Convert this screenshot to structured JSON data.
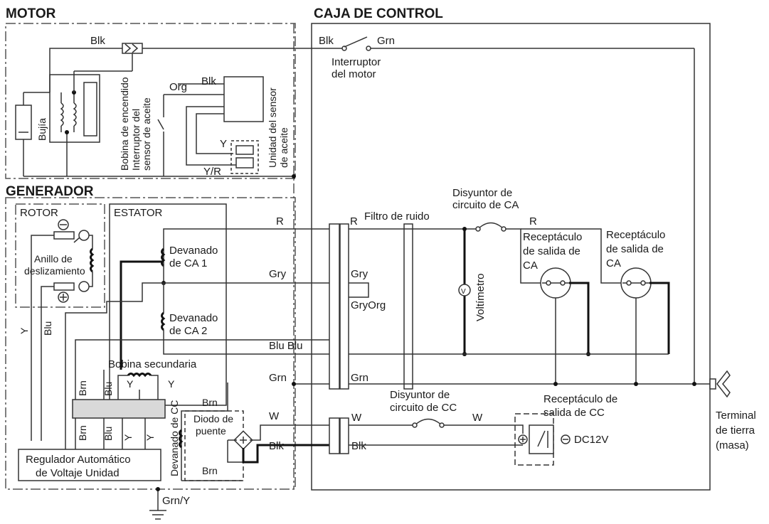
{
  "sections": {
    "motor": "MOTOR",
    "caja": "CAJA DE CONTROL",
    "generador": "GENERADOR",
    "rotor": "ROTOR",
    "estator": "ESTATOR"
  },
  "labels": {
    "blk_top": "Blk",
    "blk_switch": "Blk",
    "grn_switch": "Grn",
    "interruptor_1": "Interruptor",
    "interruptor_2": "del motor",
    "blk_sensor": "Blk",
    "org": "Org",
    "y_sensor": "Y",
    "yr": "Y/R",
    "bujia": "Bujía",
    "bobina_encendido": "Bobina de encendido",
    "int_sensor_1": "Interruptor del",
    "int_sensor_2": "sensor de aceite",
    "unidad_sensor_1": "Unidad del sensor",
    "unidad_sensor_2": "de aceite",
    "anillo_1": "Anillo de",
    "anillo_2": "deslizamiento",
    "devanado1_1": "Devanado",
    "devanado1_2": "de CA 1",
    "devanado2_1": "Devanado",
    "devanado2_2": "de CA 2",
    "bobina_secundaria": "Bobina secundaria",
    "r_left": "R",
    "r_right": "R",
    "r_far": "R",
    "filtro": "Filtro de ruido",
    "disyuntor_ca_1": "Disyuntor de",
    "disyuntor_ca_2": "circuito de CA",
    "recept1_1": "Receptáculo",
    "recept1_2": "de salida de",
    "recept1_3": "CA",
    "recept2_1": "Receptáculo",
    "recept2_2": "de salida de",
    "recept2_3": "CA",
    "gry_left": "Gry",
    "gry_right": "Gry",
    "gryorg": "GryOrg",
    "voltimetro": "Voltímetro",
    "v_symbol": "V",
    "blublu": "Blu Blu",
    "grn_left": "Grn",
    "grn_right": "Grn",
    "y_left": "Y",
    "blu_left": "Blu",
    "brn_1": "Brn",
    "blu_1": "Blu",
    "y_1": "Y",
    "y_2": "Y",
    "brn_2": "Brn",
    "blu_2": "Blu",
    "y_3": "Y",
    "y_4": "Y",
    "brn_top": "Brn",
    "devanado_cc": "Devanado de CC",
    "diodo_1": "Diodo de",
    "diodo_2": "puente",
    "brn_bottom": "Brn",
    "w_left": "W",
    "w_mid": "W",
    "w_right": "W",
    "blk_left": "Blk",
    "blk_right": "Blk",
    "disyuntor_cc_1": "Disyuntor de",
    "disyuntor_cc_2": "circuito de CC",
    "recept_cc_1": "Receptáculo de",
    "recept_cc_2": "salida de CC",
    "dc12v": "DC12V",
    "regulador_1": "Regulador Automático",
    "regulador_2": "de Voltaje Unidad",
    "grny": "Grn/Y",
    "terminal_1": "Terminal",
    "terminal_2": "de tierra",
    "terminal_3": "(masa)"
  }
}
